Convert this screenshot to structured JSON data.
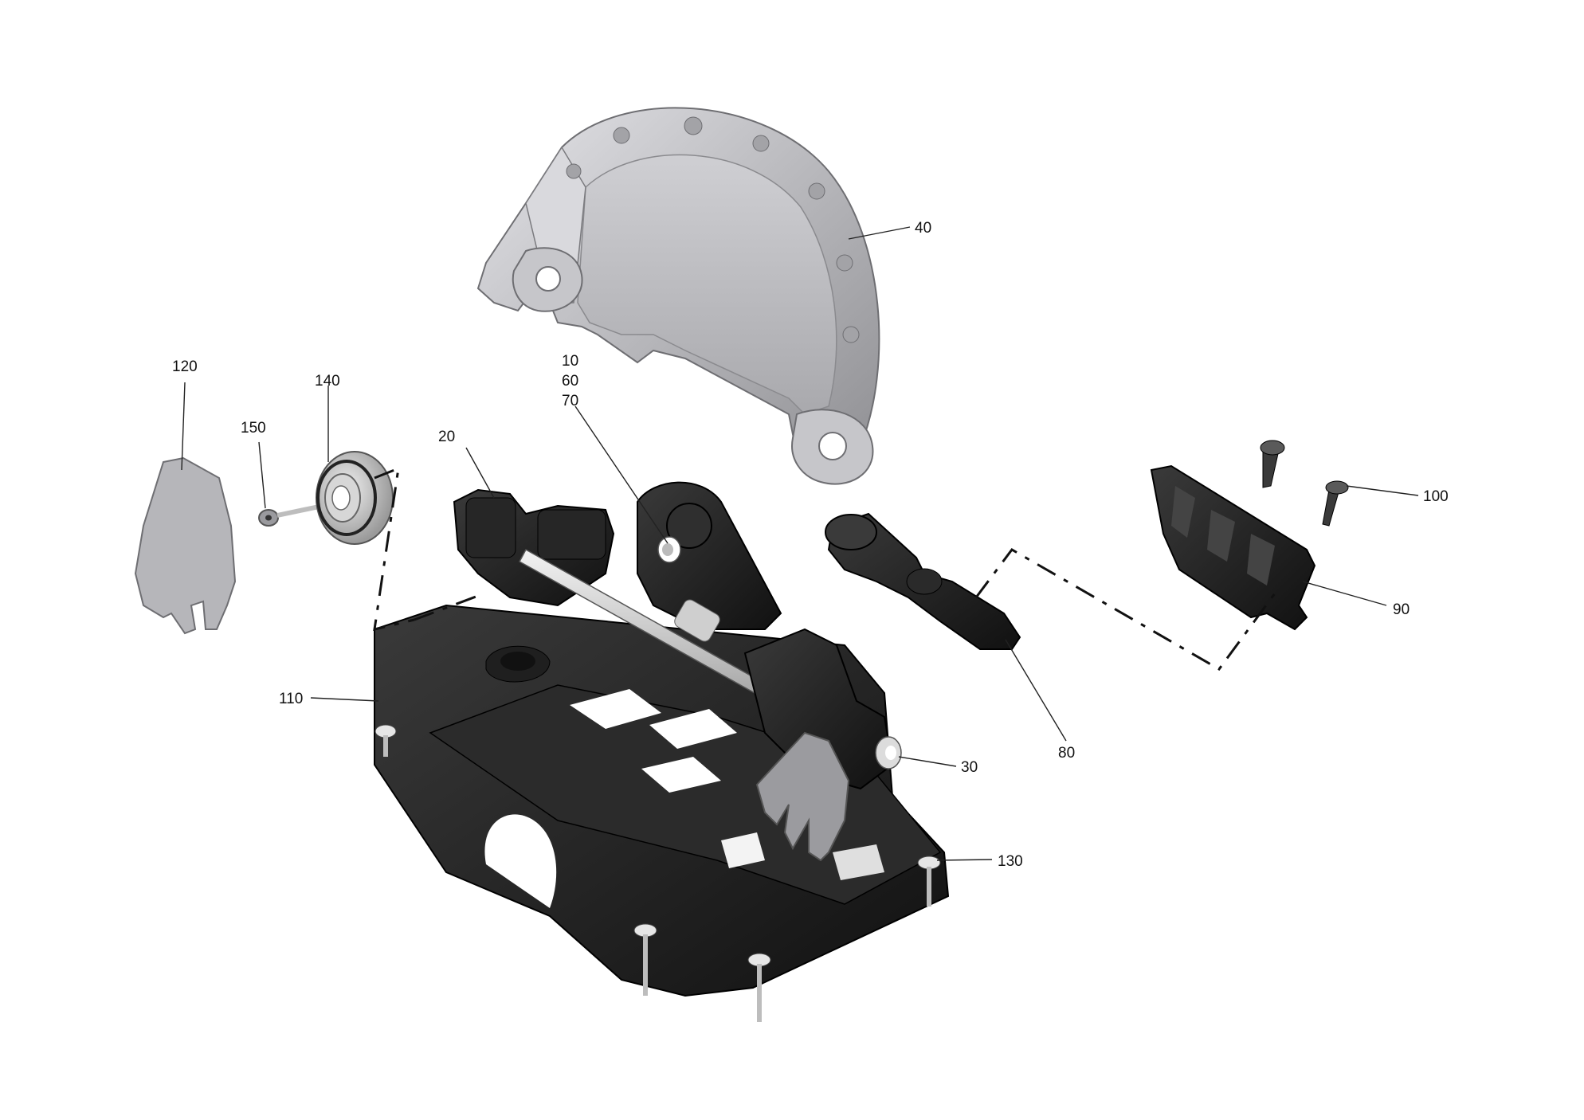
{
  "colors": {
    "background": "#ffffff",
    "plastic_black": "#1c1c1c",
    "plastic_dark": "#2e2e2e",
    "cover_grey": "#b9b9bd",
    "cover_light": "#d6d6da",
    "metal": "#c9c9c9",
    "leader": "#222222"
  },
  "diagram": {
    "callouts": [
      {
        "id": "40",
        "label": "40"
      },
      {
        "id": "120",
        "label": "120"
      },
      {
        "id": "140",
        "label": "140"
      },
      {
        "id": "150",
        "label": "150"
      },
      {
        "id": "20",
        "label": "20"
      },
      {
        "id": "10",
        "label": "10"
      },
      {
        "id": "60",
        "label": "60"
      },
      {
        "id": "70",
        "label": "70"
      },
      {
        "id": "100",
        "label": "100"
      },
      {
        "id": "90",
        "label": "90"
      },
      {
        "id": "110",
        "label": "110"
      },
      {
        "id": "80",
        "label": "80"
      },
      {
        "id": "30",
        "label": "30"
      },
      {
        "id": "130",
        "label": "130"
      }
    ]
  }
}
